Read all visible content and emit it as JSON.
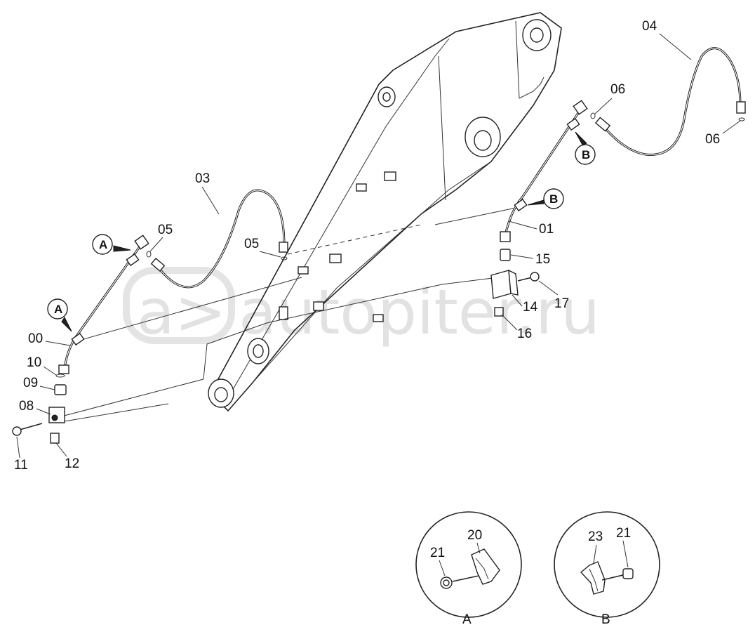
{
  "watermark": {
    "text": "autopiter.ru",
    "logo": "a>"
  },
  "labels": {
    "p00": "00",
    "p01": "01",
    "p03": "03",
    "p04": "04",
    "p05a": "05",
    "p05b": "05",
    "p06a": "06",
    "p06b": "06",
    "p08": "08",
    "p09": "09",
    "p10": "10",
    "p11": "11",
    "p12": "12",
    "p14": "14",
    "p15": "15",
    "p16": "16",
    "p17": "17",
    "p20": "20",
    "p21a": "21",
    "p21b": "21",
    "p23": "23"
  },
  "callouts": {
    "a1": "A",
    "a2": "A",
    "b1": "B",
    "b2": "B"
  },
  "detail_views": {
    "a": "A",
    "b": "B"
  },
  "colors": {
    "line": "#222222",
    "watermark": "#e2e2e2",
    "background": "#ffffff"
  }
}
